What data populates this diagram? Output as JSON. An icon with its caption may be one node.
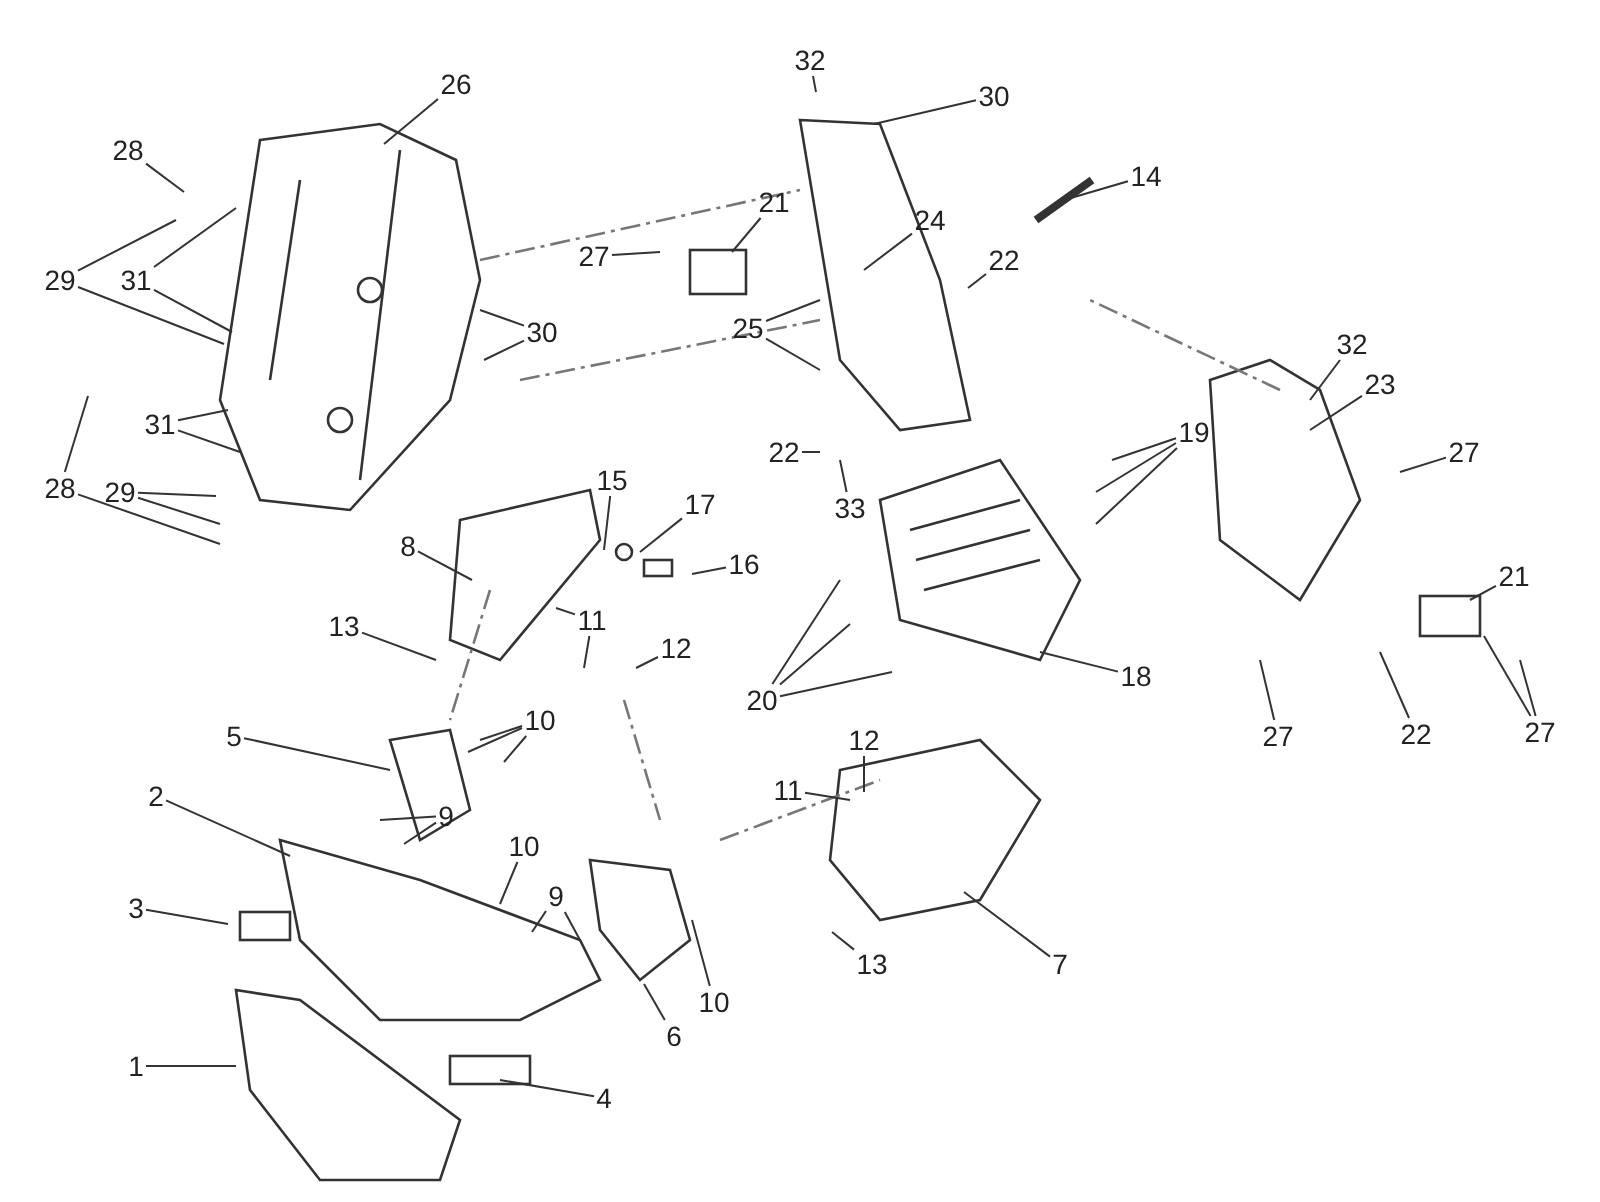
{
  "diagram": {
    "nodes": [
      {
        "text": [
          "32"
        ]
      },
      {
        "text": [
          "26"
        ]
      },
      {
        "text": [
          "30"
        ]
      },
      {
        "text": [
          "28"
        ]
      },
      {
        "text": [
          "14"
        ]
      },
      {
        "text": [
          "21"
        ]
      },
      {
        "text": [
          "24"
        ]
      },
      {
        "text": [
          "29"
        ]
      },
      {
        "text": [
          "31"
        ]
      },
      {
        "text": [
          "27"
        ]
      },
      {
        "text": [
          "22"
        ]
      },
      {
        "text": [
          "30"
        ]
      },
      {
        "text": [
          "25"
        ]
      },
      {
        "text": [
          "32"
        ]
      },
      {
        "text": [
          "23"
        ]
      },
      {
        "text": [
          "19"
        ]
      },
      {
        "text": [
          "22"
        ]
      },
      {
        "text": [
          "31"
        ]
      },
      {
        "text": [
          "29"
        ]
      },
      {
        "text": [
          "28"
        ]
      },
      {
        "text": [
          "15"
        ]
      },
      {
        "text": [
          "33"
        ]
      },
      {
        "text": [
          "27"
        ]
      },
      {
        "text": [
          "17"
        ]
      },
      {
        "text": [
          "16"
        ]
      },
      {
        "text": [
          "8"
        ]
      },
      {
        "text": [
          "21"
        ]
      },
      {
        "text": [
          "13"
        ]
      },
      {
        "text": [
          "11"
        ]
      },
      {
        "text": [
          "12"
        ]
      },
      {
        "text": [
          "20"
        ]
      },
      {
        "text": [
          "18"
        ]
      },
      {
        "text": [
          "27"
        ]
      },
      {
        "text": [
          "22"
        ]
      },
      {
        "text": [
          "27"
        ]
      },
      {
        "text": [
          "10"
        ]
      },
      {
        "text": [
          "5"
        ]
      },
      {
        "text": [
          "12"
        ]
      },
      {
        "text": [
          "11"
        ]
      },
      {
        "text": [
          "2"
        ]
      },
      {
        "text": [
          "9"
        ]
      },
      {
        "text": [
          "10"
        ]
      },
      {
        "text": [
          "9"
        ]
      },
      {
        "text": [
          "3"
        ]
      },
      {
        "text": [
          "7"
        ]
      },
      {
        "text": [
          "10"
        ]
      },
      {
        "text": [
          "13"
        ]
      },
      {
        "text": [
          "6"
        ]
      },
      {
        "text": [
          "1"
        ]
      },
      {
        "text": [
          "4"
        ]
      }
    ],
    "edges": [
      {
        "from": 0,
        "to": null,
        "arrow": "none"
      },
      {
        "from": 1,
        "to": null,
        "arrow": "none"
      },
      {
        "from": 2,
        "to": null,
        "arrow": "none"
      },
      {
        "from": 3,
        "to": null,
        "arrow": "none"
      },
      {
        "from": 4,
        "to": null,
        "arrow": "none"
      },
      {
        "from": 5,
        "to": null,
        "arrow": "none"
      },
      {
        "from": 6,
        "to": null,
        "arrow": "none"
      },
      {
        "from": 7,
        "to": null,
        "arrow": "none"
      },
      {
        "from": 7,
        "to": null,
        "arrow": "none"
      },
      {
        "from": 8,
        "to": null,
        "arrow": "none"
      },
      {
        "from": 8,
        "to": null,
        "arrow": "none"
      },
      {
        "from": 9,
        "to": null,
        "arrow": "none"
      },
      {
        "from": 10,
        "to": null,
        "arrow": "none"
      },
      {
        "from": 11,
        "to": null,
        "arrow": "none"
      },
      {
        "from": 11,
        "to": null,
        "arrow": "none"
      },
      {
        "from": 12,
        "to": null,
        "arrow": "none"
      },
      {
        "from": 12,
        "to": null,
        "arrow": "none"
      },
      {
        "from": 13,
        "to": null,
        "arrow": "none"
      },
      {
        "from": 14,
        "to": null,
        "arrow": "none"
      },
      {
        "from": 15,
        "to": null,
        "arrow": "none"
      },
      {
        "from": 15,
        "to": null,
        "arrow": "none"
      },
      {
        "from": 15,
        "to": null,
        "arrow": "none"
      },
      {
        "from": 16,
        "to": null,
        "arrow": "none"
      },
      {
        "from": 17,
        "to": null,
        "arrow": "none"
      },
      {
        "from": 17,
        "to": null,
        "arrow": "none"
      },
      {
        "from": 18,
        "to": null,
        "arrow": "none"
      },
      {
        "from": 18,
        "to": null,
        "arrow": "none"
      },
      {
        "from": 19,
        "to": null,
        "arrow": "none"
      },
      {
        "from": 19,
        "to": null,
        "arrow": "none"
      },
      {
        "from": 20,
        "to": null,
        "arrow": "none"
      },
      {
        "from": 21,
        "to": null,
        "arrow": "none"
      },
      {
        "from": 22,
        "to": null,
        "arrow": "none"
      },
      {
        "from": 23,
        "to": null,
        "arrow": "none"
      },
      {
        "from": 24,
        "to": null,
        "arrow": "none"
      },
      {
        "from": 25,
        "to": null,
        "arrow": "none"
      },
      {
        "from": 26,
        "to": null,
        "arrow": "none"
      },
      {
        "from": 27,
        "to": null,
        "arrow": "none"
      },
      {
        "from": 28,
        "to": null,
        "arrow": "none"
      },
      {
        "from": 28,
        "to": null,
        "arrow": "none"
      },
      {
        "from": 29,
        "to": null,
        "arrow": "none"
      },
      {
        "from": 30,
        "to": null,
        "arrow": "none"
      },
      {
        "from": 30,
        "to": null,
        "arrow": "none"
      },
      {
        "from": 30,
        "to": null,
        "arrow": "none"
      },
      {
        "from": 31,
        "to": null,
        "arrow": "none"
      },
      {
        "from": 32,
        "to": null,
        "arrow": "none"
      },
      {
        "from": 33,
        "to": null,
        "arrow": "none"
      },
      {
        "from": 34,
        "to": null,
        "arrow": "none"
      },
      {
        "from": 34,
        "to": null,
        "arrow": "none"
      },
      {
        "from": 35,
        "to": null,
        "arrow": "none"
      },
      {
        "from": 35,
        "to": null,
        "arrow": "none"
      },
      {
        "from": 35,
        "to": null,
        "arrow": "none"
      },
      {
        "from": 36,
        "to": null,
        "arrow": "none"
      },
      {
        "from": 37,
        "to": null,
        "arrow": "none"
      },
      {
        "from": 38,
        "to": null,
        "arrow": "none"
      },
      {
        "from": 39,
        "to": null,
        "arrow": "none"
      },
      {
        "from": 40,
        "to": null,
        "arrow": "none"
      },
      {
        "from": 40,
        "to": null,
        "arrow": "none"
      },
      {
        "from": 41,
        "to": null,
        "arrow": "none"
      },
      {
        "from": 42,
        "to": null,
        "arrow": "none"
      },
      {
        "from": 42,
        "to": null,
        "arrow": "none"
      },
      {
        "from": 43,
        "to": null,
        "arrow": "none"
      },
      {
        "from": 44,
        "to": null,
        "arrow": "none"
      },
      {
        "from": 45,
        "to": null,
        "arrow": "none"
      },
      {
        "from": 46,
        "to": null,
        "arrow": "none"
      },
      {
        "from": 47,
        "to": null,
        "arrow": "none"
      },
      {
        "from": 48,
        "to": null,
        "arrow": "none"
      },
      {
        "from": 49,
        "to": null,
        "arrow": "none"
      }
    ]
  }
}
